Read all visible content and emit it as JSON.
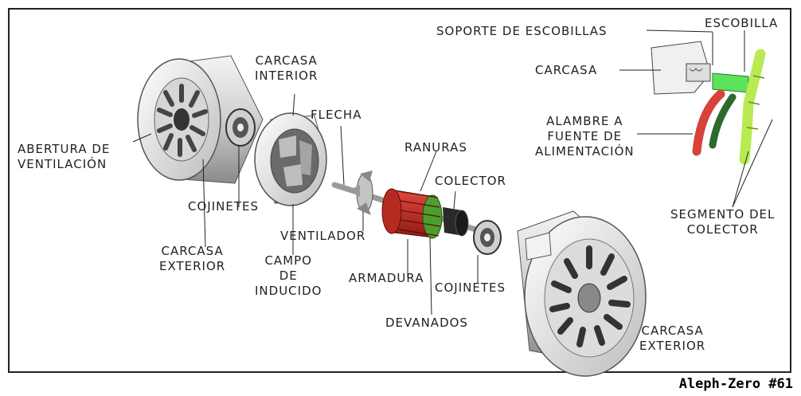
{
  "labels": {
    "soporte_escobillas": "SOPORTE DE ESCOBILLAS",
    "escobilla": "ESCOBILLA",
    "carcasa": "CARCASA",
    "alambre": "ALAMBRE A\nFUENTE DE\nALIMENTACIÓN",
    "segmento_colector": "SEGMENTO DEL\nCOLECTOR",
    "carcasa_interior": "CARCASA\nINTERIOR",
    "flecha": "FLECHA",
    "abertura_ventilacion": "ABERTURA DE\nVENTILACIÓN",
    "ranuras": "RANURAS",
    "colector": "COLECTOR",
    "cojinetes_left": "COJINETES",
    "ventilador": "VENTILADOR",
    "carcasa_exterior_left": "CARCASA\nEXTERIOR",
    "campo_inducido": "CAMPO\nDE\nINDUCIDO",
    "armadura": "ARMADURA",
    "cojinetes_right": "COJINETES",
    "devanados": "DEVANADOS",
    "carcasa_exterior_right": "CARCASA\nEXTERIOR"
  },
  "credit": "Aleph-Zero #61"
}
